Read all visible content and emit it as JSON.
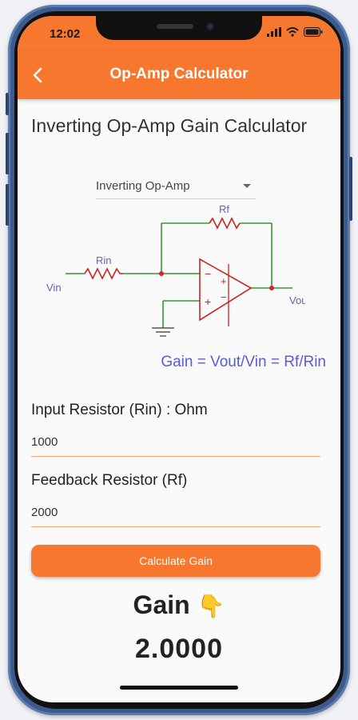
{
  "status_bar": {
    "time": "12:02"
  },
  "app_bar": {
    "title": "Op-Amp Calculator"
  },
  "heading": "Inverting Op-Amp Gain Calculator",
  "dropdown": {
    "selected": "Inverting Op-Amp"
  },
  "circuit": {
    "labels": {
      "rf": "Rf",
      "rin": "Rin",
      "vin": "Vin",
      "vout": "Vout",
      "minus": "−",
      "plus": "+"
    },
    "formula": "Gain = Vout/Vin = Rf/Rin"
  },
  "fields": {
    "rin": {
      "label": "Input Resistor (Rin) : Ohm",
      "value": "1000"
    },
    "rf": {
      "label": "Feedback Resistor (Rf)",
      "value": "2000"
    }
  },
  "button": {
    "label": "Calculate Gain"
  },
  "result": {
    "label": "Gain",
    "emoji": "👇",
    "value": "2.0000"
  },
  "colors": {
    "accent": "#f7772e",
    "wire": "#2e9a2e",
    "component": "#cc2222",
    "formula": "#5a5ae0"
  }
}
